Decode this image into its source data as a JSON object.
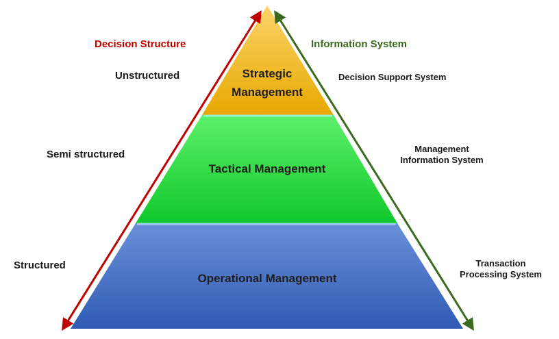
{
  "decision_structure": {
    "heading": "Decision Structure",
    "heading_color": "#c00000",
    "levels": [
      "Unstructured",
      "Semi structured",
      "Structured"
    ]
  },
  "information_system": {
    "heading": "Information System",
    "heading_color": "#3b6a1f",
    "levels": [
      [
        "Decision Support System"
      ],
      [
        "Management",
        "Information System"
      ],
      [
        "Transaction",
        "Processing System"
      ]
    ]
  },
  "pyramid": {
    "tiers": [
      {
        "lines": [
          "Strategic",
          "Management"
        ],
        "color": "#f2b800"
      },
      {
        "lines": [
          "Tactical Management"
        ],
        "color": "#22d83a"
      },
      {
        "lines": [
          "Operational Management"
        ],
        "color": "#3f6ec7"
      }
    ]
  },
  "icons": {
    "left_arrow": "double-headed-arrow-icon",
    "right_arrow": "double-headed-arrow-icon"
  }
}
